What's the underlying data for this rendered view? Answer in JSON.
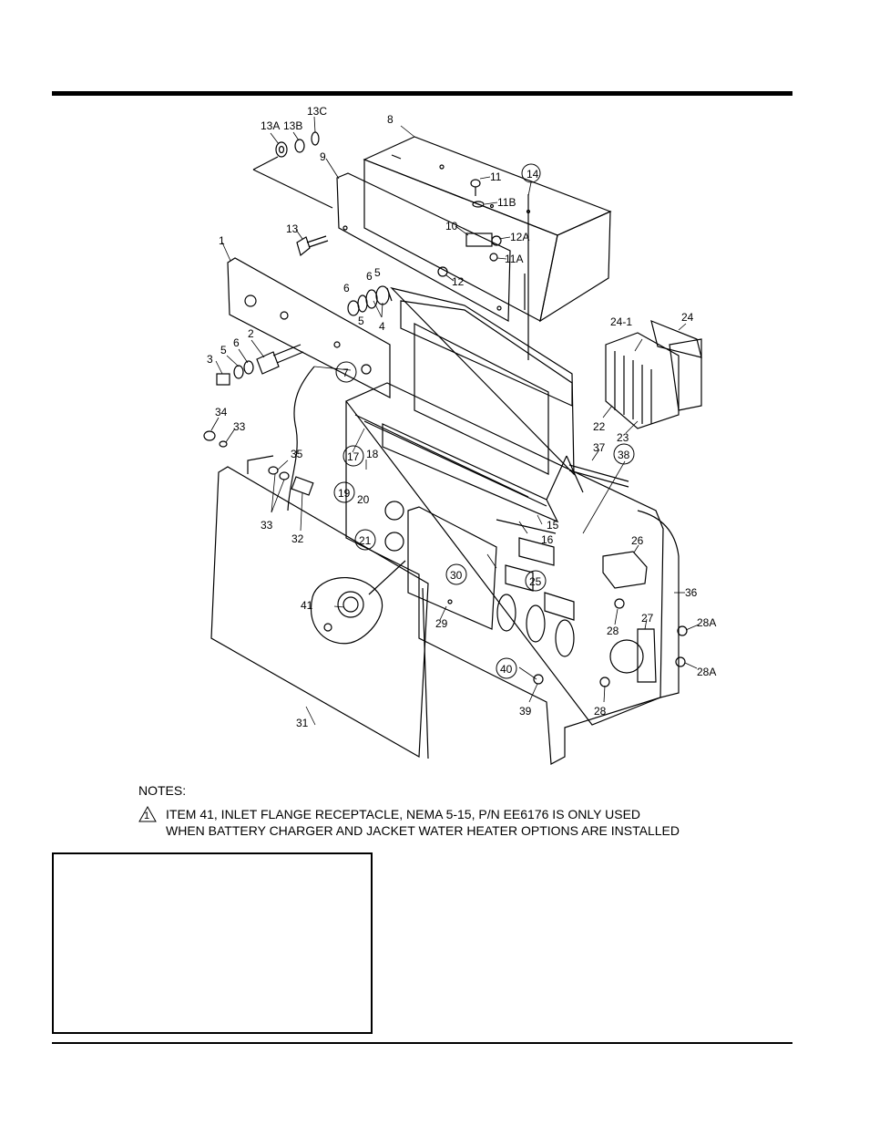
{
  "callouts": {
    "c1": "1",
    "c2": "2",
    "c3": "3",
    "c4": "4",
    "c5a": "5",
    "c5b": "5",
    "c5c": "5",
    "c6a": "6",
    "c6b": "6",
    "c6c": "6",
    "c7": "7",
    "c8": "8",
    "c9": "9",
    "c10": "10",
    "c11": "11",
    "c11a": "11A",
    "c11b": "11B",
    "c12": "12",
    "c12a": "12A",
    "c13": "13",
    "c13a": "13A",
    "c13b": "13B",
    "c13c": "13C",
    "c14": "14",
    "c15": "15",
    "c16": "16",
    "c17": "17",
    "c18": "18",
    "c19": "19",
    "c20": "20",
    "c21": "21",
    "c22": "22",
    "c23": "23",
    "c24": "24",
    "c24_1": "24-1",
    "c25": "25",
    "c26": "26",
    "c27": "27",
    "c28a": "28",
    "c28b": "28",
    "c28A1": "28A",
    "c28A2": "28A",
    "c29": "29",
    "c30": "30",
    "c31": "31",
    "c32": "32",
    "c33a": "33",
    "c33b": "33",
    "c34": "34",
    "c35": "35",
    "c36": "36",
    "c37": "37",
    "c38": "38",
    "c39": "39",
    "c40": "40",
    "c41": "41"
  },
  "notes": {
    "title": "NOTES:",
    "marker": "1",
    "line1": "ITEM 41, INLET FLANGE RECEPTACLE, NEMA 5-15, P/N EE6176 IS ONLY USED",
    "line2": "WHEN BATTERY CHARGER AND JACKET WATER HEATER OPTIONS ARE INSTALLED"
  }
}
